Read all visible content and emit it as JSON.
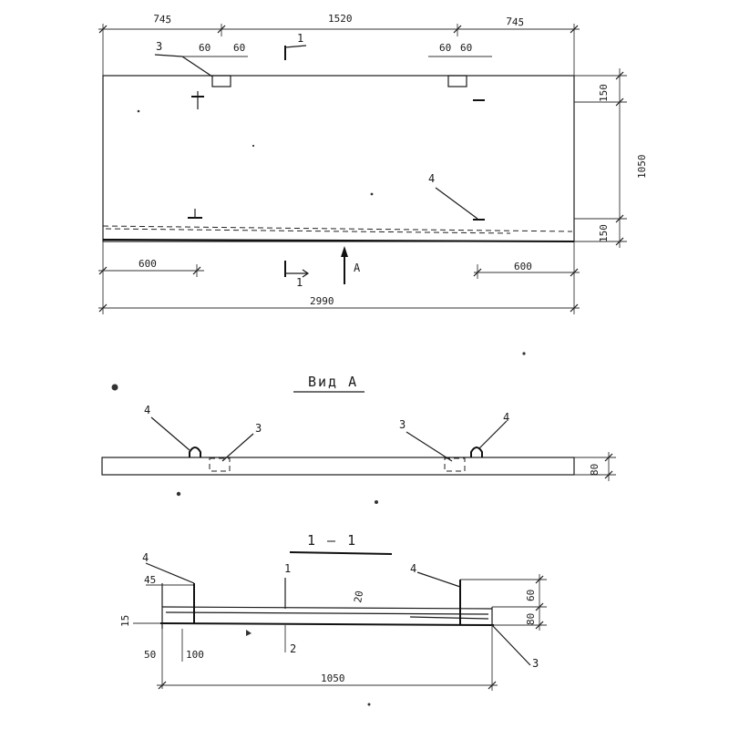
{
  "plan": {
    "dim_left": "745",
    "dim_middle": "1520",
    "dim_right": "745",
    "dim_offset_left_a": "60",
    "dim_offset_left_b": "60",
    "dim_offset_right_a": "60",
    "dim_offset_right_b": "60",
    "dim_edge_top": "150",
    "dim_height": "1050",
    "dim_edge_bottom": "150",
    "dim_bottom_left": "600",
    "dim_bottom_right": "600",
    "dim_total": "2990",
    "callout_3": "3",
    "callout_4": "4",
    "section_mark_top": "1",
    "section_mark_bottom": "1",
    "view_arrow_label": "А"
  },
  "view_a": {
    "title": "Вид А",
    "callout_4_left": "4",
    "callout_3_left": "3",
    "callout_3_right": "3",
    "callout_4_right": "4",
    "dim_thickness": "80"
  },
  "section": {
    "title": "1 — 1",
    "callout_4_left": "4",
    "callout_4_right": "4",
    "callout_3": "3",
    "marker_1": "1",
    "marker_2": "2",
    "dim_45": "45",
    "dim_15": "15",
    "dim_50": "50",
    "dim_100": "100",
    "dim_20": "20",
    "dim_60": "60",
    "dim_80": "80",
    "dim_width": "1050"
  }
}
